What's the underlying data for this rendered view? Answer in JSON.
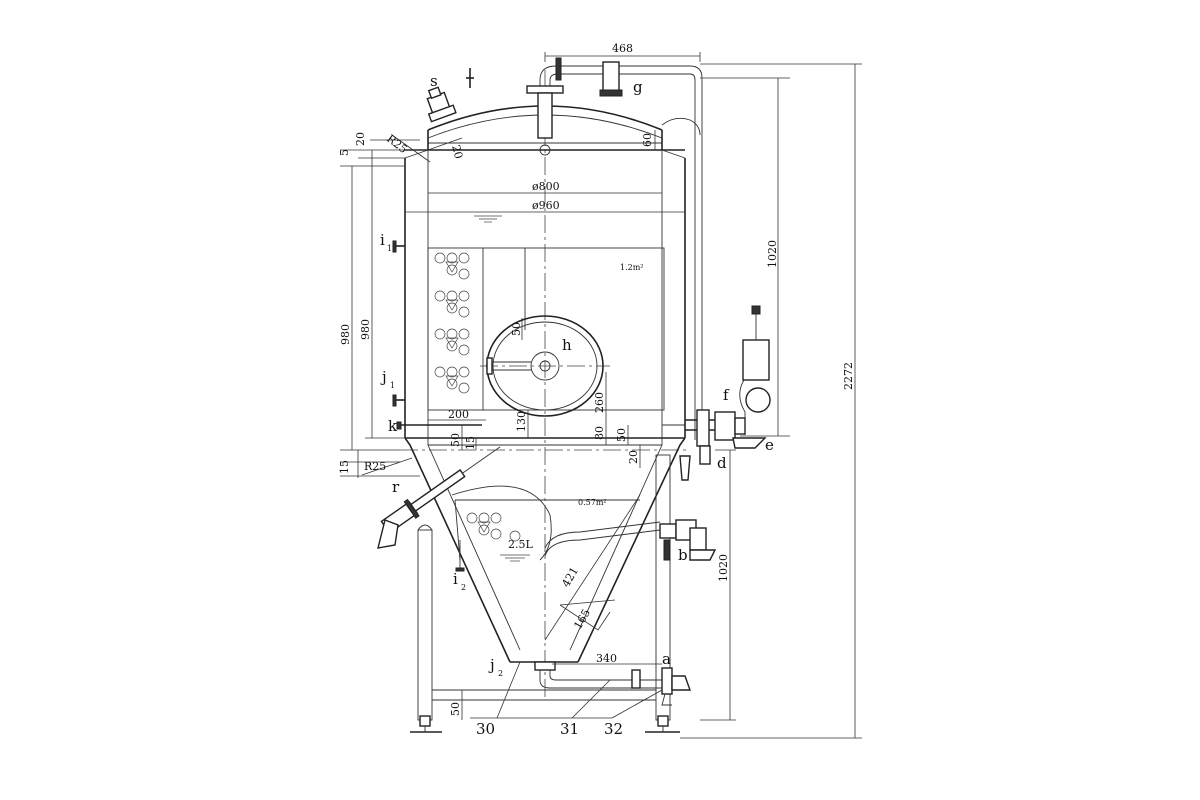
{
  "callouts": {
    "s": "s",
    "g": "g",
    "h": "h",
    "f": "f",
    "e": "e",
    "d": "d",
    "b": "b",
    "a": "a",
    "r": "r",
    "k": "k",
    "i1": "i",
    "i1_sub": "1",
    "j1": "j",
    "j1_sub": "1",
    "i2": "i",
    "i2_sub": "2",
    "j2": "j",
    "j2_sub": "2",
    "n30": "30",
    "n31": "31",
    "n32": "32"
  },
  "dimensions": {
    "d468": "468",
    "d1020_upper": "1020",
    "d2272": "2272",
    "d1020_lower": "1020",
    "d980_outer": "980",
    "d980_inner": "980",
    "d5": "5",
    "d20_top": "20",
    "r25_top": "R25",
    "a20": "20",
    "d60": "60",
    "d800": "ø800",
    "d960": "ø960",
    "d200": "200",
    "d50_a": "50",
    "d15_a": "15",
    "d130": "130",
    "d260": "260",
    "d80": "80",
    "d50_b": "50",
    "d20_b": "20",
    "d15_side": "15",
    "r25_bottom": "R25",
    "d421": "421",
    "d165": "165",
    "d340": "340",
    "d50_leg": "50",
    "d50_manway": "50"
  },
  "notes": {
    "jacket_area": "1.2m²",
    "cone_area": "0.57m²",
    "cone_volume": "2.5L"
  }
}
